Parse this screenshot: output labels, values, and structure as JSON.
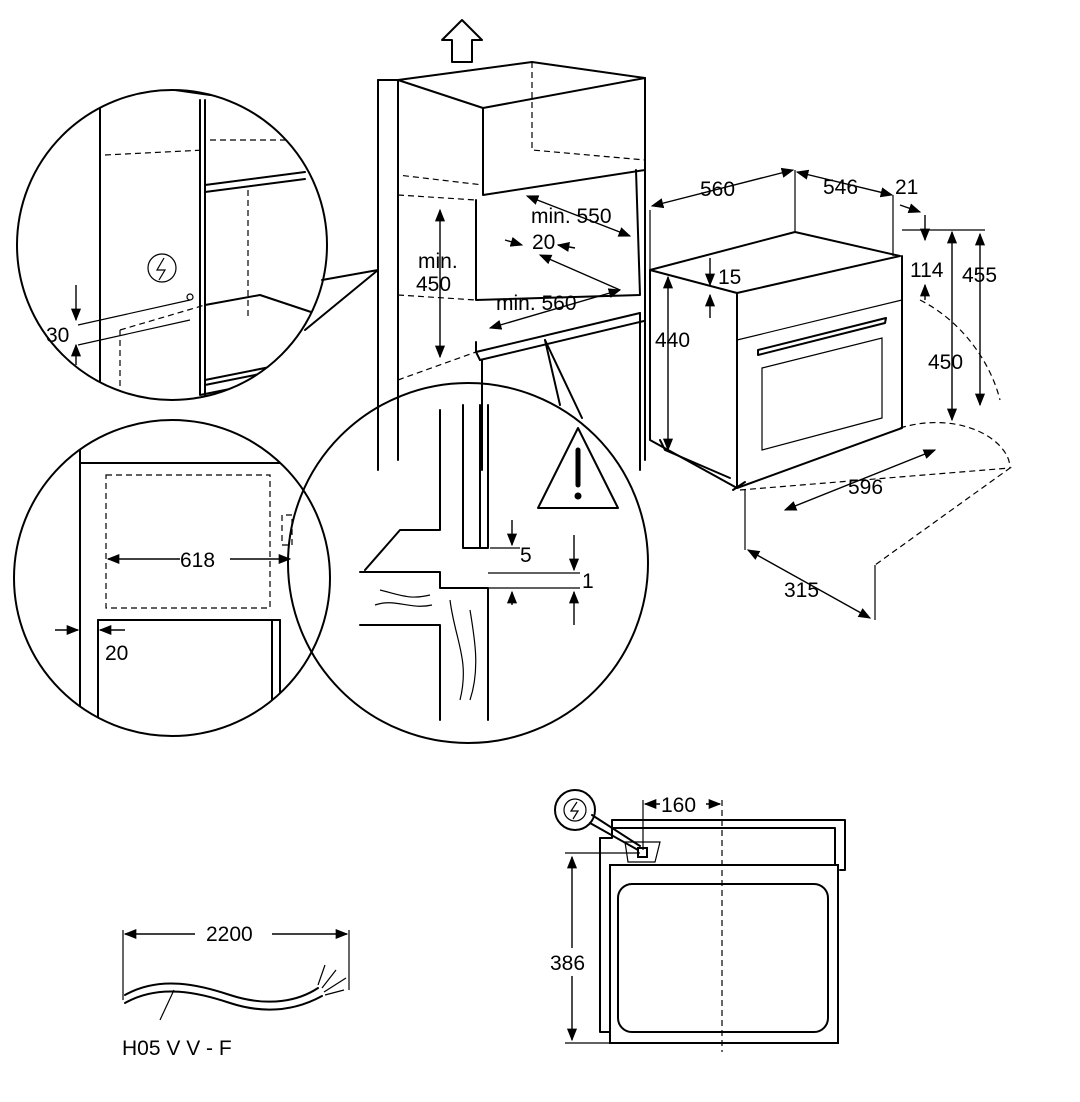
{
  "figure": {
    "dims": {
      "d560_top": "560",
      "d546": "546",
      "d21": "21",
      "d15": "15",
      "d440": "440",
      "d114": "114",
      "d455": "455",
      "d450": "450",
      "d596": "596",
      "d315": "315",
      "min550": "min. 550",
      "min20": "20",
      "min560": "min. 560",
      "min_word": "min.",
      "min450": "450",
      "d30": "30",
      "d618": "618",
      "d20_lower": "20",
      "d5": "5",
      "d1": "1",
      "d160": "160",
      "d386": "386",
      "d2200": "2200"
    },
    "cable_label": "H05 V V - F"
  },
  "icons": {
    "arrow": "up-arrow-icon",
    "warning": "warning-triangle-icon",
    "electrical": "electrical-connection-icon"
  }
}
